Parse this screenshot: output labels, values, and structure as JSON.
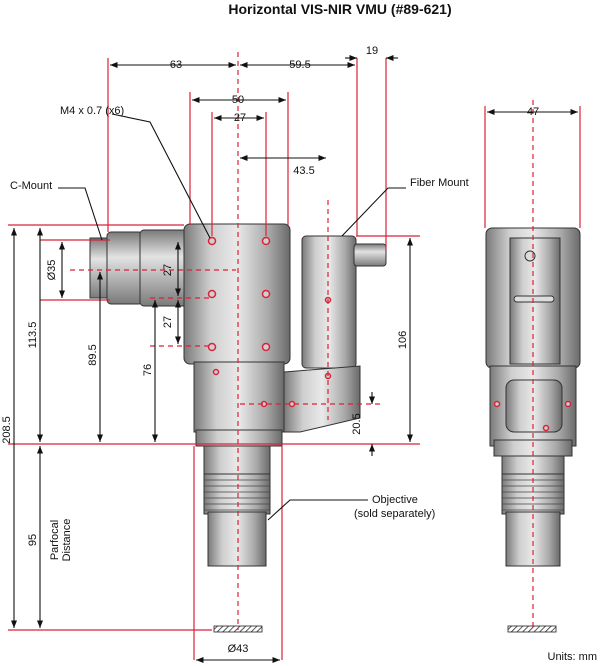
{
  "title": "Horizontal VIS-NIR VMU (#89-621)",
  "units_note": "Units: mm",
  "callouts": {
    "m4_screws": "M4 x 0.7 (x6)",
    "c_mount": "C-Mount",
    "fiber_mount": "Fiber Mount",
    "objective_line1": "Objective",
    "objective_line2": "(sold separately)"
  },
  "dimensions": {
    "left_63": "63",
    "right_59_5": "59.5",
    "fiber_19": "19",
    "width_50": "50",
    "width_27": "27",
    "offset_43_5": "43.5",
    "cmount_dia_35": "Ø35",
    "vert_27_a": "27",
    "vert_27_b": "27",
    "height_113_5": "113.5",
    "height_89_5": "89.5",
    "height_76": "76",
    "height_106": "106",
    "height_20_5": "20.5",
    "total_208_5": "208.5",
    "parfocal_95": "95",
    "parfocal_label_1": "Parfocal",
    "parfocal_label_2": "Distance",
    "objective_dia_43": "Ø43",
    "side_width_47": "47"
  }
}
